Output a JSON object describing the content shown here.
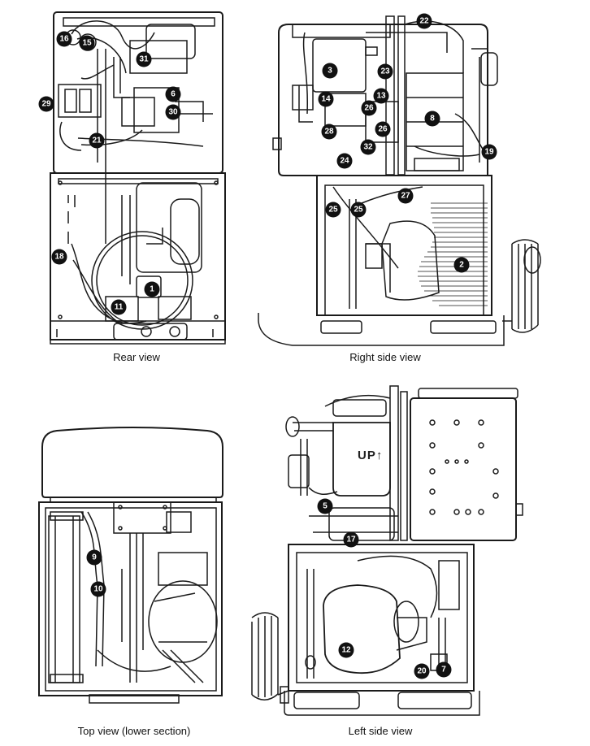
{
  "views": {
    "rear": {
      "caption": "Rear view",
      "callouts": [
        "16",
        "15",
        "31",
        "6",
        "29",
        "30",
        "21",
        "18",
        "1",
        "11"
      ]
    },
    "right": {
      "caption": "Right side view",
      "callouts": [
        "22",
        "3",
        "23",
        "14",
        "13",
        "26",
        "8",
        "28",
        "32",
        "26",
        "19",
        "24",
        "27",
        "25",
        "25",
        "2"
      ]
    },
    "top": {
      "caption": "Top view (lower section)",
      "callouts": [
        "9",
        "10"
      ]
    },
    "left": {
      "caption": "Left side view",
      "decal": "UP↑",
      "callouts": [
        "5",
        "17",
        "12",
        "20",
        "7"
      ]
    }
  },
  "colors": {
    "line": "#1a1a1a",
    "callout_bg": "#111111",
    "callout_text": "#ffffff",
    "background": "#ffffff"
  }
}
